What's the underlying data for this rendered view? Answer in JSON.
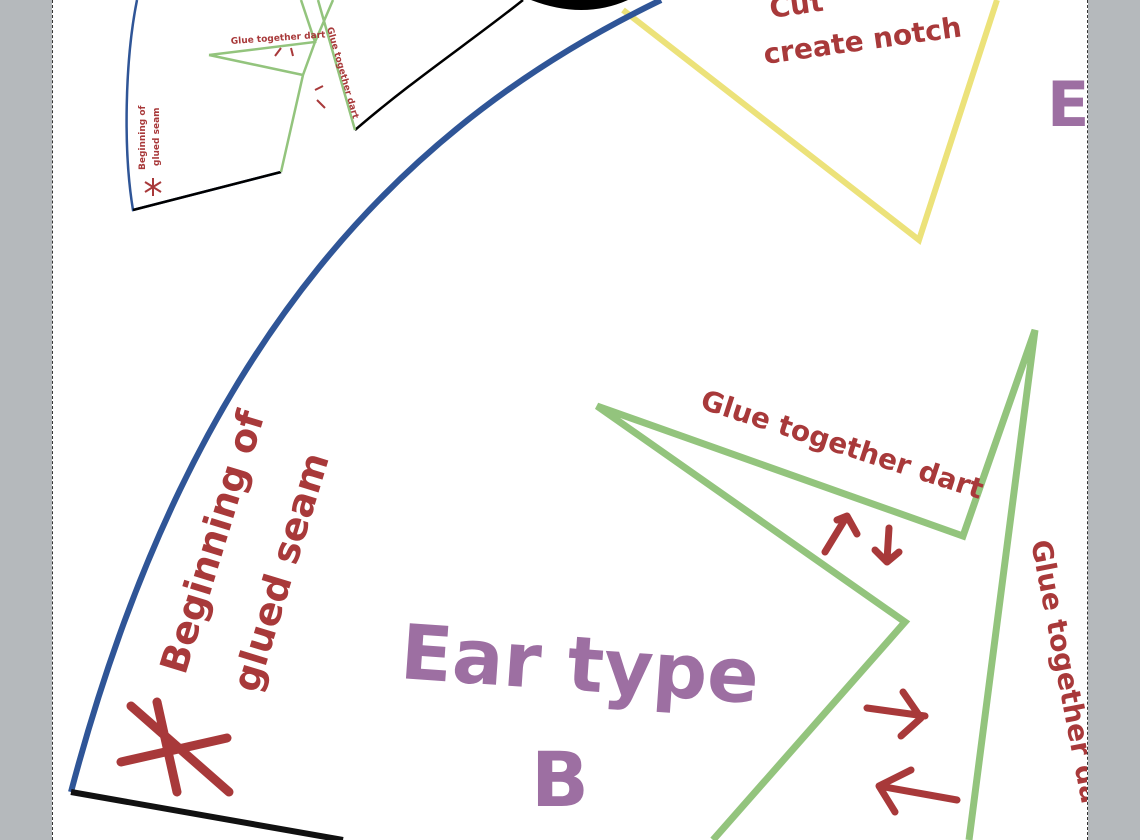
{
  "pattern": {
    "small_piece": {
      "dart_label_1": "Glue together dart",
      "dart_label_2": "Glue together dart",
      "seam_label_line1": "Beginning of",
      "seam_label_line2": "glued seam"
    },
    "yellow_piece": {
      "label_line1": "Cut",
      "label_line2": "create notch"
    },
    "edge_letter": "E",
    "main_piece": {
      "dart_label_1": "Glue together dart",
      "dart_label_2": "Glue together da",
      "seam_label_line1": "Beginning of",
      "seam_label_line2": "glued seam",
      "title_line1": "Ear type",
      "title_line2": "B"
    },
    "colors": {
      "background": "#b5b9bc",
      "seam_edge": "#2f5597",
      "dart_outline": "#93c47d",
      "notch_outline": "#ece27a",
      "annotation": "#a8393a",
      "title": "#9d6fa2"
    }
  }
}
